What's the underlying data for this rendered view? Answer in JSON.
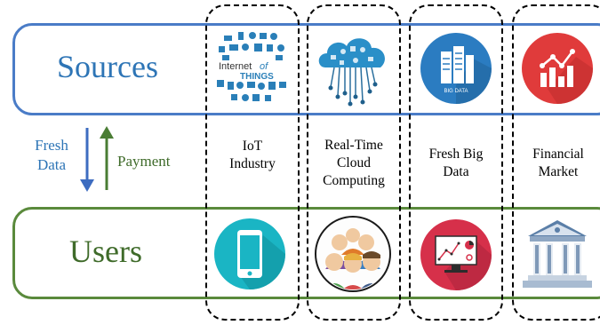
{
  "bands": {
    "sources": {
      "title": "Sources",
      "color": "#4a7cc7"
    },
    "users": {
      "title": "Users",
      "color": "#5a8a3c"
    }
  },
  "flow": {
    "down_label_1": "Fresh",
    "down_label_2": "Data",
    "up_label": "Payment",
    "down_color": "#3d6cc0",
    "up_color": "#4a7d34"
  },
  "columns": [
    {
      "label_lines": [
        "IoT",
        "Industry"
      ],
      "source_icon": "internet-of-things-icon",
      "user_icon": "smartphone-icon",
      "source_icon_text_1": "Internet",
      "source_icon_text_2": "of",
      "source_icon_text_3": "THINGS"
    },
    {
      "label_lines": [
        "Real-Time",
        "Cloud",
        "Computing"
      ],
      "source_icon": "cloud-computing-icon",
      "user_icon": "people-group-icon"
    },
    {
      "label_lines": [
        "Fresh Big",
        "Data"
      ],
      "source_icon": "big-data-icon",
      "user_icon": "analytics-screen-icon",
      "source_icon_text": "BIG DATA"
    },
    {
      "label_lines": [
        "Financial",
        "Market"
      ],
      "source_icon": "stock-chart-icon",
      "user_icon": "bank-icon"
    }
  ]
}
